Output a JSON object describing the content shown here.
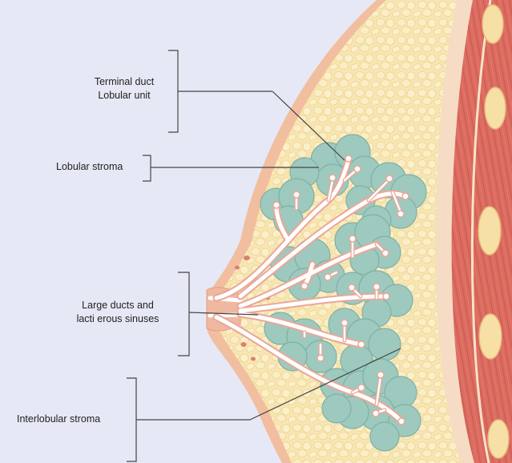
{
  "labels": {
    "tdlu_line1": "Terminal duct",
    "tdlu_line2": "Lobular unit",
    "lobular_stroma": "Lobular stroma",
    "large_ducts_line1": "Large ducts and",
    "large_ducts_line2": "lacti erous sinuses",
    "interlobular_stroma": "Interlobular stroma"
  },
  "colors": {
    "background": "#e6e9f5",
    "adipose": "#f8e6b2",
    "skin": "#f2c0a3",
    "lobule": "#9ec9be",
    "duct_lumen": "#ffffff",
    "duct_wall": "#e9a799",
    "muscle": "#dd6a60",
    "label_line": "#444444"
  }
}
